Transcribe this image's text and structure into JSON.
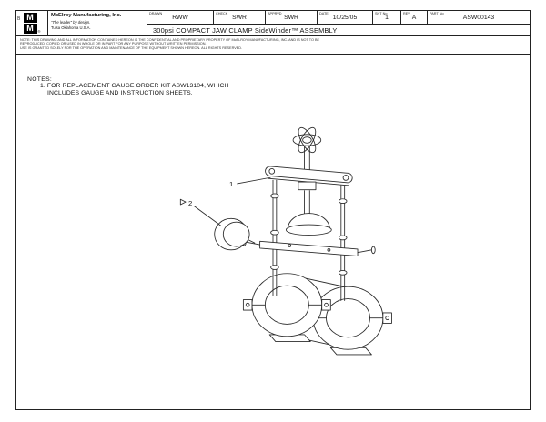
{
  "sheet": {
    "zone": "B"
  },
  "title_block": {
    "logo": {
      "top": "M",
      "bottom": "M",
      "reg": "®"
    },
    "company": "McElroy Manufacturing, Inc.",
    "tagline": "\"The leader\" by design.",
    "location": "Tulsa Oklahoma U.S.A.",
    "fields": [
      {
        "label": "DRAWN",
        "value": "RWW"
      },
      {
        "label": "CHECK",
        "value": "SWR"
      },
      {
        "label": "APPRVD",
        "value": "SWR"
      },
      {
        "label": "DATE",
        "value": "10/25/05"
      },
      {
        "label": "SHT No",
        "value": "1"
      },
      {
        "label": "REV",
        "value": "A"
      },
      {
        "label": "PART No",
        "value": "ASW00143"
      }
    ],
    "drawing_title": "300psi COMPACT JAW CLAMP SideWinder™ ASSEMBLY",
    "fine_print_1": "NOTE: THIS DRAWING AND ALL INFORMATION CONTAINED HEREON IS THE CONFIDENTIAL AND PROPRIETARY PROPERTY OF McELROY MANUFACTURING, INC. AND IS NOT TO BE REPRODUCED, COPIED OR USED IN WHOLE OR IN PART FOR ANY PURPOSE WITHOUT WRITTEN PERMISSION.",
    "fine_print_2": "USE IS GRANTED SOLELY FOR THE OPERATION AND MAINTENANCE OF THE EQUIPMENT SHOWN HEREON. ALL RIGHTS RESERVED."
  },
  "notes": {
    "heading": "NOTES:",
    "items": [
      "1. FOR REPLACEMENT GAUGE ORDER KIT ASW13104, WHICH INCLUDES GAUGE AND INSTRUCTION SHEETS."
    ]
  },
  "callouts": {
    "c1": "1",
    "c2": "2"
  }
}
